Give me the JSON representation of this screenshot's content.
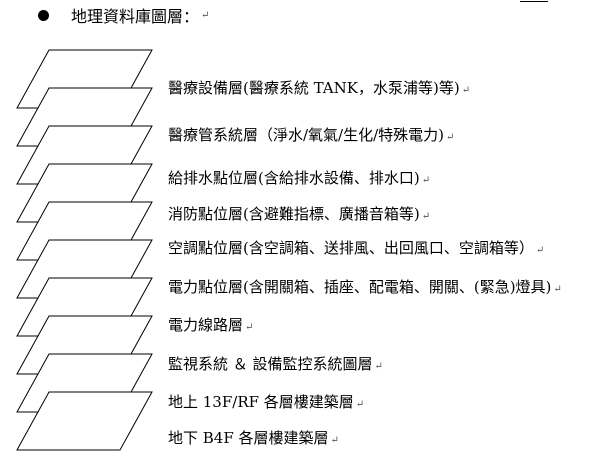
{
  "heading": {
    "text": "地理資料庫圖層：",
    "mark": "↵"
  },
  "return_mark": "↵",
  "layers": [
    {
      "label": "醫療設備層(醫療系統 TANK，水泵浦等)等)"
    },
    {
      "label": "醫療管系統層（淨水/氧氣/生化/特殊電力)"
    },
    {
      "label": "給排水點位層(含給排水設備、排水口)"
    },
    {
      "label": "消防點位層(含避難指標、廣播音箱等)"
    },
    {
      "label": "空調點位層(含空調箱、送排風、出回風口、空調箱等）"
    },
    {
      "label": "電力點位層(含開關箱、插座、配電箱、開關、(緊急)燈具)"
    },
    {
      "label": "電力線路層"
    },
    {
      "label": "監視系統 ＆ 設備監控系統圖層"
    },
    {
      "label": "地上 13F/RF 各層樓建築層"
    },
    {
      "label": "地下 B4F 各層樓建築層"
    }
  ]
}
